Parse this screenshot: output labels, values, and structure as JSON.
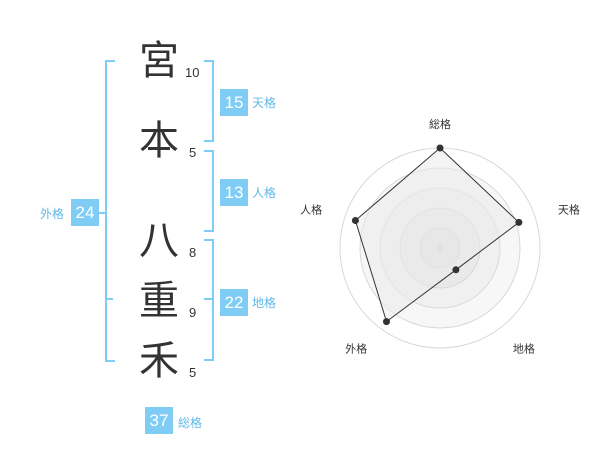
{
  "name": {
    "chars": [
      "宮",
      "本",
      "八",
      "重",
      "禾"
    ],
    "strokes": [
      "10",
      "5",
      "8",
      "9",
      "5"
    ]
  },
  "kakusu": {
    "tenkaku": {
      "value": "15",
      "label": "天格"
    },
    "jinkaku": {
      "value": "13",
      "label": "人格"
    },
    "chikaku": {
      "value": "22",
      "label": "地格"
    },
    "gaikaku": {
      "value": "24",
      "label": "外格"
    },
    "soukaku": {
      "value": "37",
      "label": "総格"
    }
  },
  "colors": {
    "accent": "#7fcdf5",
    "label": "#61b8e8",
    "text": "#333333"
  },
  "chart_data": {
    "type": "radar",
    "axes": [
      "総格",
      "天格",
      "地格",
      "外格",
      "人格"
    ],
    "values": [
      1.0,
      0.83,
      0.27,
      0.91,
      0.89
    ],
    "rings": 5,
    "max": 1.0,
    "grid": true
  }
}
